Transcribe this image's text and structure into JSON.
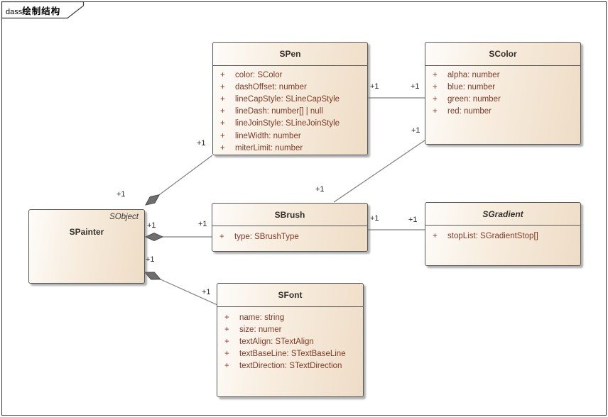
{
  "frame": {
    "label_prefix": "dass",
    "label_main": "绘制结构"
  },
  "colors": {
    "box_border": "#595959",
    "box_fill_light": "#fefcfa",
    "box_fill_dark": "#eedcc6",
    "attribute_text": "#7e3a28",
    "class_name_text": "#33302a",
    "connector_line": "#7f7f7f",
    "diamond_fill": "#6e6e6e",
    "multiplicity_text": "#262420"
  },
  "classes": [
    {
      "id": "spen",
      "name": "SPen",
      "attributes": [
        {
          "visibility": "+",
          "text": "color: SColor"
        },
        {
          "visibility": "+",
          "text": "dashOffset: number"
        },
        {
          "visibility": "+",
          "text": "lineCapStyle: SLineCapStyle"
        },
        {
          "visibility": "+",
          "text": "lineDash: number[] | null"
        },
        {
          "visibility": "+",
          "text": "lineJoinStyle: SLineJoinStyle"
        },
        {
          "visibility": "+",
          "text": "lineWidth: number"
        },
        {
          "visibility": "+",
          "text": "miterLimit: number"
        }
      ]
    },
    {
      "id": "scolor",
      "name": "SColor",
      "attributes": [
        {
          "visibility": "+",
          "text": "alpha: number"
        },
        {
          "visibility": "+",
          "text": "blue: number"
        },
        {
          "visibility": "+",
          "text": "green: number"
        },
        {
          "visibility": "+",
          "text": "red: number"
        }
      ]
    },
    {
      "id": "spainter",
      "name": "SPainter",
      "annotation": "SObject",
      "attributes": []
    },
    {
      "id": "sbrush",
      "name": "SBrush",
      "attributes": [
        {
          "visibility": "+",
          "text": "type: SBrushType"
        }
      ]
    },
    {
      "id": "sgradient",
      "name": "SGradient",
      "abstract": true,
      "attributes": [
        {
          "visibility": "+",
          "text": "stopList: SGradientStop[]"
        }
      ]
    },
    {
      "id": "sfont",
      "name": "SFont",
      "attributes": [
        {
          "visibility": "+",
          "text": "name: string"
        },
        {
          "visibility": "+",
          "text": "size: numer"
        },
        {
          "visibility": "+",
          "text": "textAlign: STextAlign"
        },
        {
          "visibility": "+",
          "text": "textBaseLine: STextBaseLine"
        },
        {
          "visibility": "+",
          "text": "textDirection: STextDirection"
        }
      ]
    }
  ],
  "relationships": [
    {
      "id": "painter-pen",
      "type": "composition",
      "from": "SPainter",
      "to": "SPen",
      "from_label": "+1",
      "to_label": "+1"
    },
    {
      "id": "painter-brush",
      "type": "composition",
      "from": "SPainter",
      "to": "SBrush",
      "from_label": "+1",
      "to_label": "+1"
    },
    {
      "id": "painter-font",
      "type": "composition",
      "from": "SPainter",
      "to": "SFont",
      "from_label": "+1",
      "to_label": "+1"
    },
    {
      "id": "pen-color",
      "type": "association",
      "from": "SPen",
      "to": "SColor",
      "from_label": "+1",
      "to_label": "+1"
    },
    {
      "id": "brush-color",
      "type": "association",
      "from": "SBrush",
      "to": "SColor",
      "from_label": "+1",
      "to_label": "+1"
    },
    {
      "id": "brush-gradient",
      "type": "association",
      "from": "SBrush",
      "to": "SGradient",
      "from_label": "+1",
      "to_label": "+1"
    }
  ]
}
